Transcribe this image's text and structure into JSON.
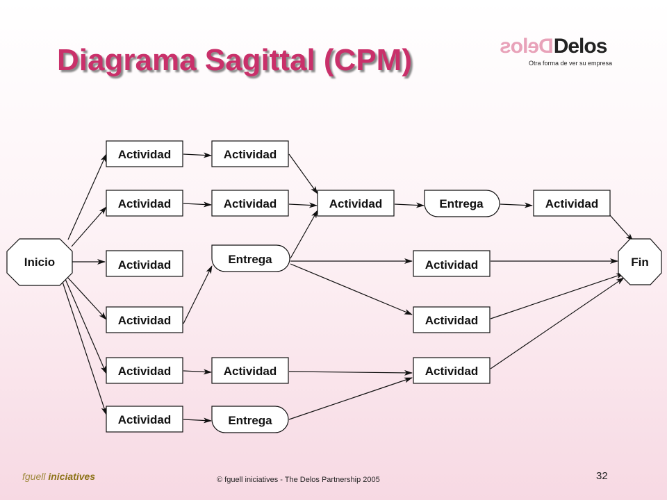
{
  "title": "Diagrama Sagittal (CPM)",
  "logo": {
    "mirror": "Delos",
    "word": "Delos",
    "tagline": "Otra forma de ver su empresa"
  },
  "footer": {
    "brand_a": "fguell",
    "brand_b": "iniciatives",
    "copyright": "© fguell iniciatives - The Delos Partnership 2005",
    "page_number": "32"
  },
  "diagram": {
    "nodes": {
      "inicio": "Inicio",
      "fin": "Fin",
      "a1": "Actividad",
      "a2": "Actividad",
      "a3": "Actividad",
      "a4": "Actividad",
      "a5": "Actividad",
      "a6": "Actividad",
      "b1": "Actividad",
      "b2": "Actividad",
      "b3": "Entrega",
      "b5": "Actividad",
      "b6": "Entrega",
      "c2": "Actividad",
      "d2": "Entrega",
      "e2": "Actividad",
      "f3": "Actividad",
      "f4": "Actividad",
      "f5": "Actividad"
    }
  }
}
